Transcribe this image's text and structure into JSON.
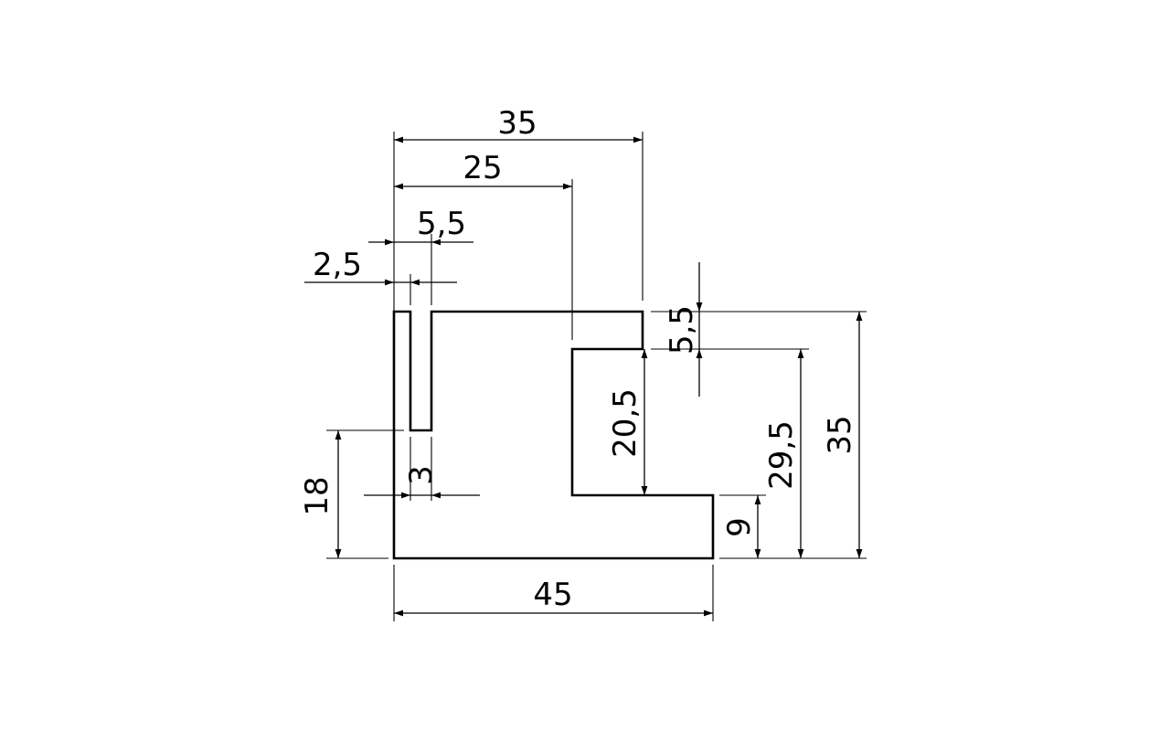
{
  "dimensions": {
    "top_width": "35",
    "inner_width": "25",
    "slot_right": "5,5",
    "slot_left": "2,5",
    "slot_width": "3",
    "slot_height": "18",
    "bottom_width": "45",
    "step_height": "5,5",
    "recess_height": "20,5",
    "inner_height": "29,5",
    "total_height": "35",
    "foot_height": "9"
  }
}
